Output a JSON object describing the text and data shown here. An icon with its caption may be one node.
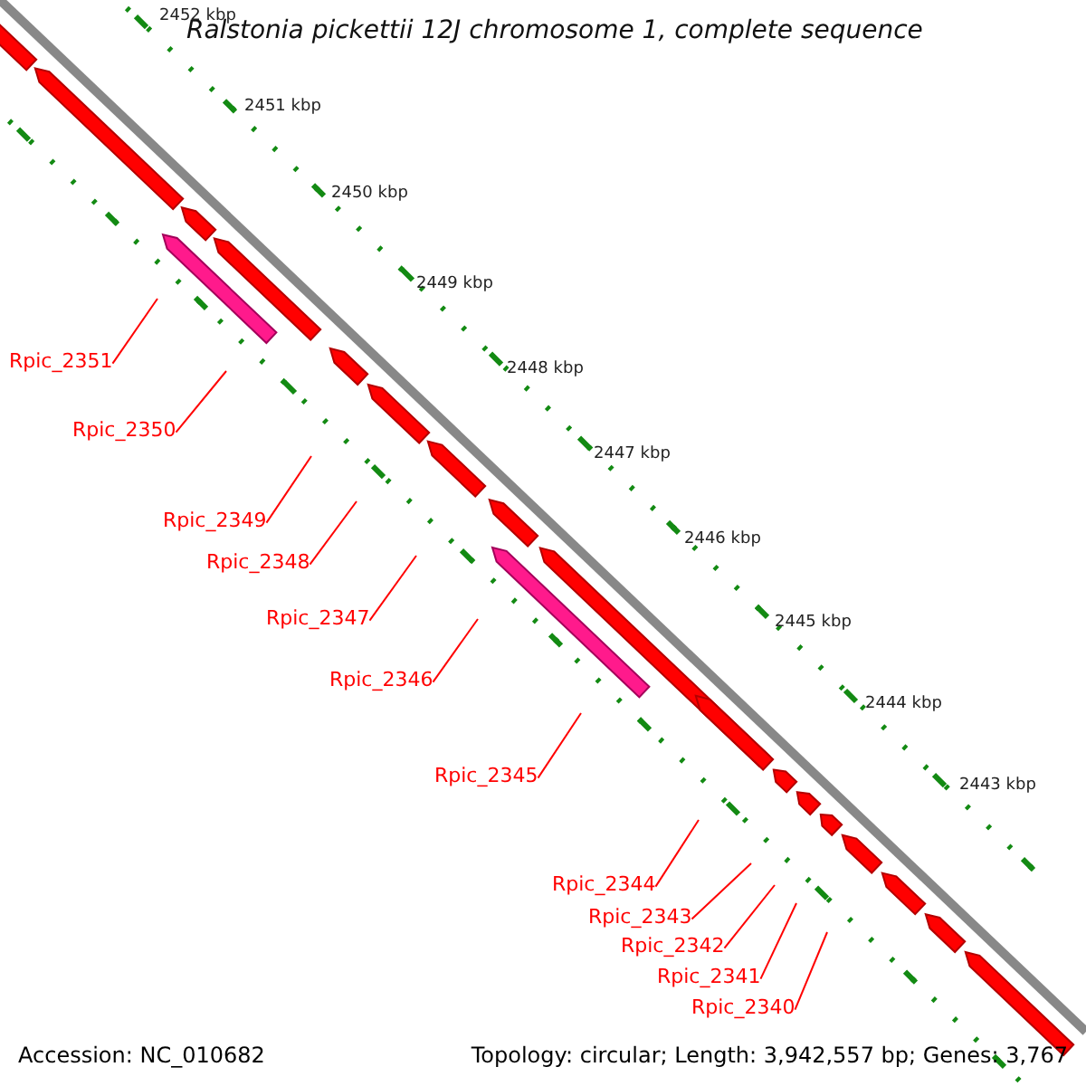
{
  "diagram": {
    "title": "Ralstonia pickettii 12J chromosome 1, complete sequence",
    "nodes": [
      {
        "text": [
          "Rpic_2351"
        ]
      },
      {
        "text": [
          "Rpic_2350"
        ]
      },
      {
        "text": [
          "Rpic_2349"
        ]
      },
      {
        "text": [
          "Rpic_2348"
        ]
      },
      {
        "text": [
          "Rpic_2347"
        ]
      },
      {
        "text": [
          "Rpic_2346"
        ]
      },
      {
        "text": [
          "Rpic_2345"
        ]
      },
      {
        "text": [
          "Rpic_2344"
        ]
      },
      {
        "text": [
          "Rpic_2343"
        ]
      },
      {
        "text": [
          "Rpic_2342"
        ]
      },
      {
        "text": [
          "Rpic_2341"
        ]
      },
      {
        "text": [
          "Rpic_2340"
        ]
      }
    ],
    "edges": [
      {
        "from": 0,
        "to": null,
        "arrow": "none"
      },
      {
        "from": 1,
        "to": null,
        "arrow": "none"
      },
      {
        "from": 2,
        "to": null,
        "arrow": "none"
      },
      {
        "from": 3,
        "to": null,
        "arrow": "none"
      },
      {
        "from": 4,
        "to": null,
        "arrow": "none"
      },
      {
        "from": 5,
        "to": null,
        "arrow": "none"
      },
      {
        "from": 6,
        "to": null,
        "arrow": "none"
      },
      {
        "from": 7,
        "to": null,
        "arrow": "none"
      },
      {
        "from": 8,
        "to": null,
        "arrow": "none"
      },
      {
        "from": 9,
        "to": null,
        "arrow": "none"
      },
      {
        "from": 10,
        "to": null,
        "arrow": "none"
      },
      {
        "from": 11,
        "to": null,
        "arrow": "none"
      }
    ],
    "labels": [
      "2452 kbp",
      "2451 kbp",
      "2450 kbp",
      "2449 kbp",
      "2448 kbp",
      "2447 kbp",
      "2446 kbp",
      "2445 kbp",
      "2444 kbp",
      "2443 kbp",
      "Accession: NC_010682",
      "Topology: circular; Length: 3,942,557 bp; Genes: 3,767"
    ]
  }
}
